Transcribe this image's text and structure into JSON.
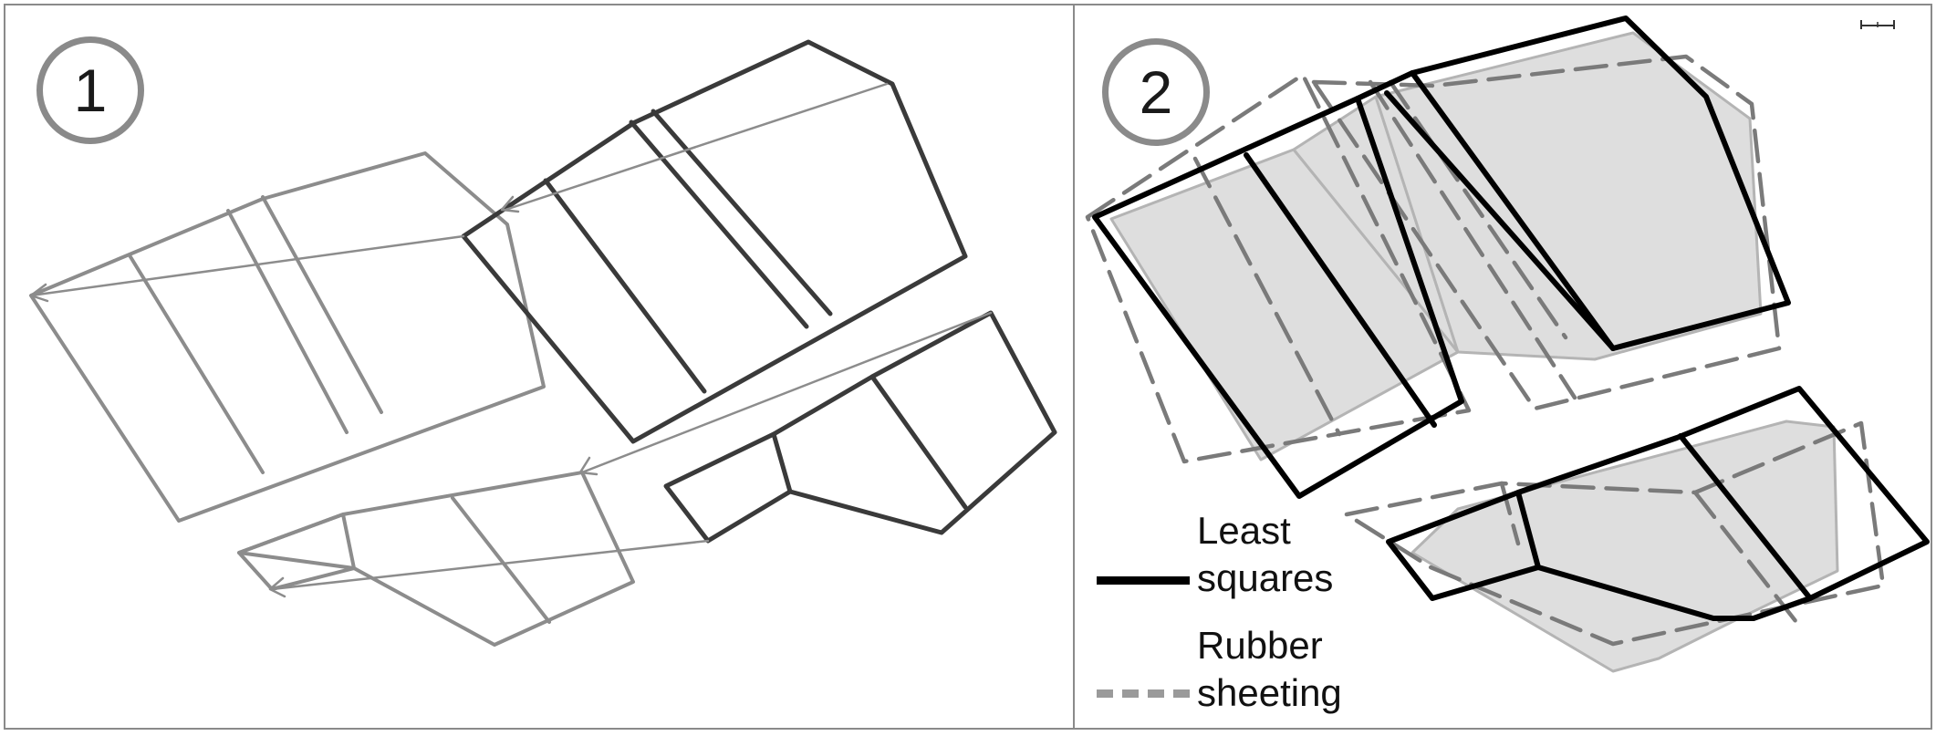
{
  "panels": [
    {
      "label": "1"
    },
    {
      "label": "2"
    }
  ],
  "legend": {
    "least_squares": [
      "Least",
      "squares"
    ],
    "rubber_sheeting": [
      "Rubber",
      "sheeting"
    ]
  },
  "colors": {
    "least_squares": "#000000",
    "rubber_sheeting": "#9a9a9a",
    "fill": "#dedede",
    "frame": "#8a8a8a"
  }
}
